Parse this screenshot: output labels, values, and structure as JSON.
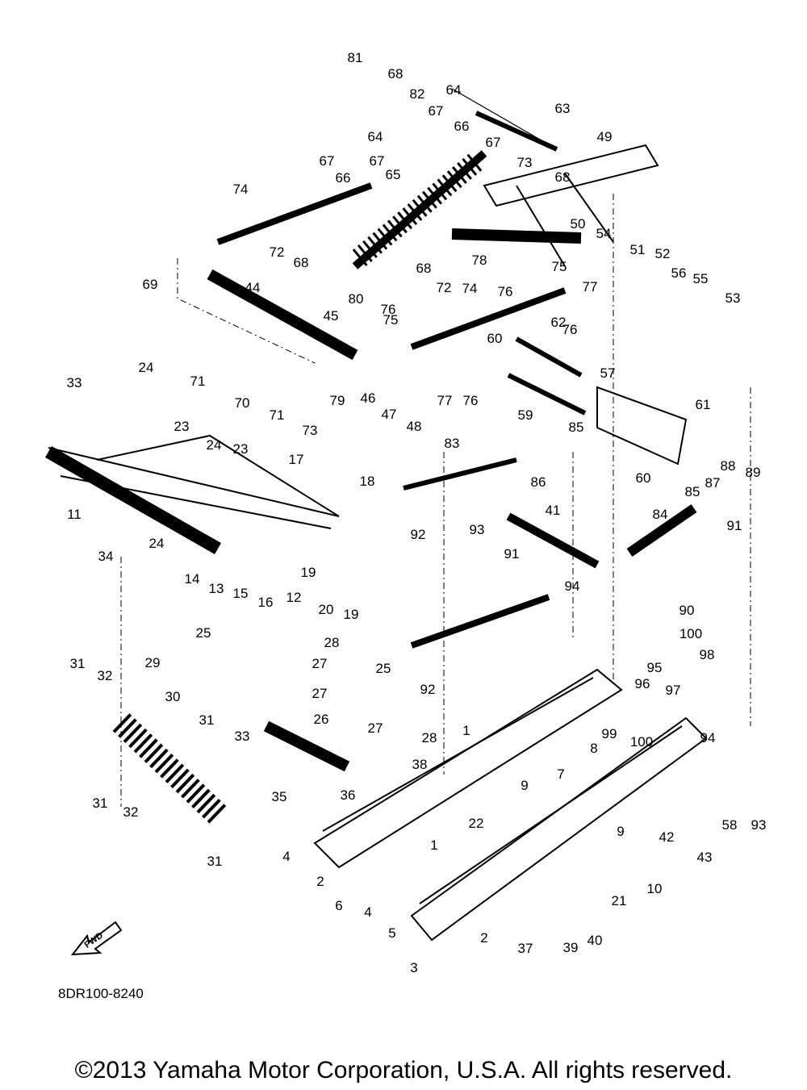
{
  "diagram_code": "8DR100-8240",
  "copyright": "©2013 Yamaha Motor Corporation, U.S.A. All rights reserved.",
  "fwd_label": "FWD",
  "part_labels": [
    "81",
    "68",
    "82",
    "64",
    "67",
    "66",
    "63",
    "64",
    "67",
    "66",
    "67",
    "65",
    "67",
    "73",
    "49",
    "68",
    "74",
    "72",
    "68",
    "50",
    "54",
    "51",
    "52",
    "56",
    "55",
    "53",
    "78",
    "75",
    "76",
    "77",
    "76",
    "68",
    "72",
    "69",
    "44",
    "80",
    "76",
    "75",
    "74",
    "45",
    "62",
    "60",
    "24",
    "33",
    "71",
    "70",
    "71",
    "79",
    "46",
    "47",
    "48",
    "77",
    "76",
    "59",
    "57",
    "61",
    "23",
    "24",
    "23",
    "73",
    "83",
    "85",
    "86",
    "17",
    "18",
    "11",
    "88",
    "87",
    "89",
    "85",
    "60",
    "84",
    "92",
    "41",
    "93",
    "91",
    "91",
    "34",
    "24",
    "14",
    "13",
    "15",
    "16",
    "12",
    "19",
    "20",
    "19",
    "94",
    "90",
    "100",
    "25",
    "28",
    "95",
    "96",
    "97",
    "98",
    "27",
    "25",
    "31",
    "32",
    "29",
    "92",
    "30",
    "27",
    "26",
    "27",
    "28",
    "31",
    "33",
    "99",
    "100",
    "1",
    "94",
    "8",
    "7",
    "38",
    "36",
    "35",
    "31",
    "32",
    "9",
    "93",
    "58",
    "42",
    "22",
    "4",
    "43",
    "31",
    "9",
    "1",
    "2",
    "6",
    "4",
    "10",
    "21",
    "5",
    "37",
    "39",
    "40",
    "2",
    "3"
  ]
}
